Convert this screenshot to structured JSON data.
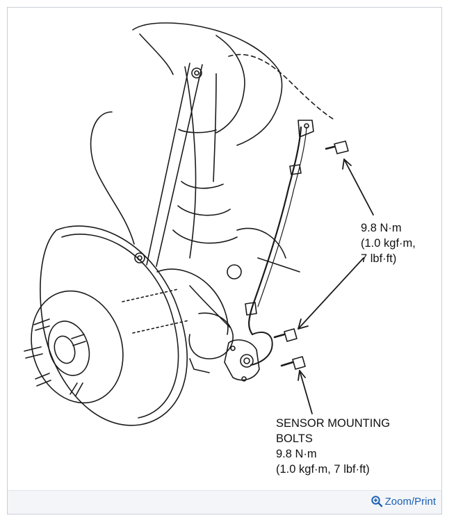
{
  "upper_label": {
    "line1": "9.8 N·m",
    "line2": "(1.0 kgf·m,",
    "line3": "7 lbf·ft)"
  },
  "lower_label": {
    "line1": "SENSOR MOUNTING",
    "line2": "BOLTS",
    "line3": "9.8 N·m",
    "line4": "(1.0 kgf·m, 7 lbf·ft)"
  },
  "footer": {
    "zoom_label": "Zoom/Print",
    "link_color": "#1a5fb4"
  },
  "icons": {
    "zoom": "magnifier-plus-icon"
  }
}
